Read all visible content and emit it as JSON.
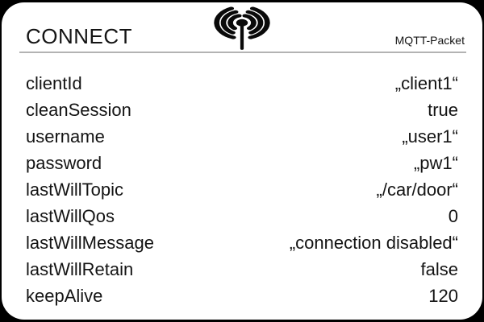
{
  "header": {
    "title": "CONNECT",
    "packet_label": "MQTT-Packet"
  },
  "fields": [
    {
      "key": "clientId",
      "value": "„client1“"
    },
    {
      "key": "cleanSession",
      "value": "true"
    },
    {
      "key": "username",
      "value": "„user1“"
    },
    {
      "key": "password",
      "value": "„pw1“"
    },
    {
      "key": "lastWillTopic",
      "value": "„/car/door“"
    },
    {
      "key": "lastWillQos",
      "value": "0"
    },
    {
      "key": "lastWillMessage",
      "value": "„connection disabled“"
    },
    {
      "key": "lastWillRetain",
      "value": "false"
    },
    {
      "key": "keepAlive",
      "value": "120"
    }
  ],
  "colors": {
    "background": "#000000",
    "card": "#ffffff",
    "text": "#141414",
    "divider": "#b3b3b3",
    "icon": "#0a0a0a"
  }
}
